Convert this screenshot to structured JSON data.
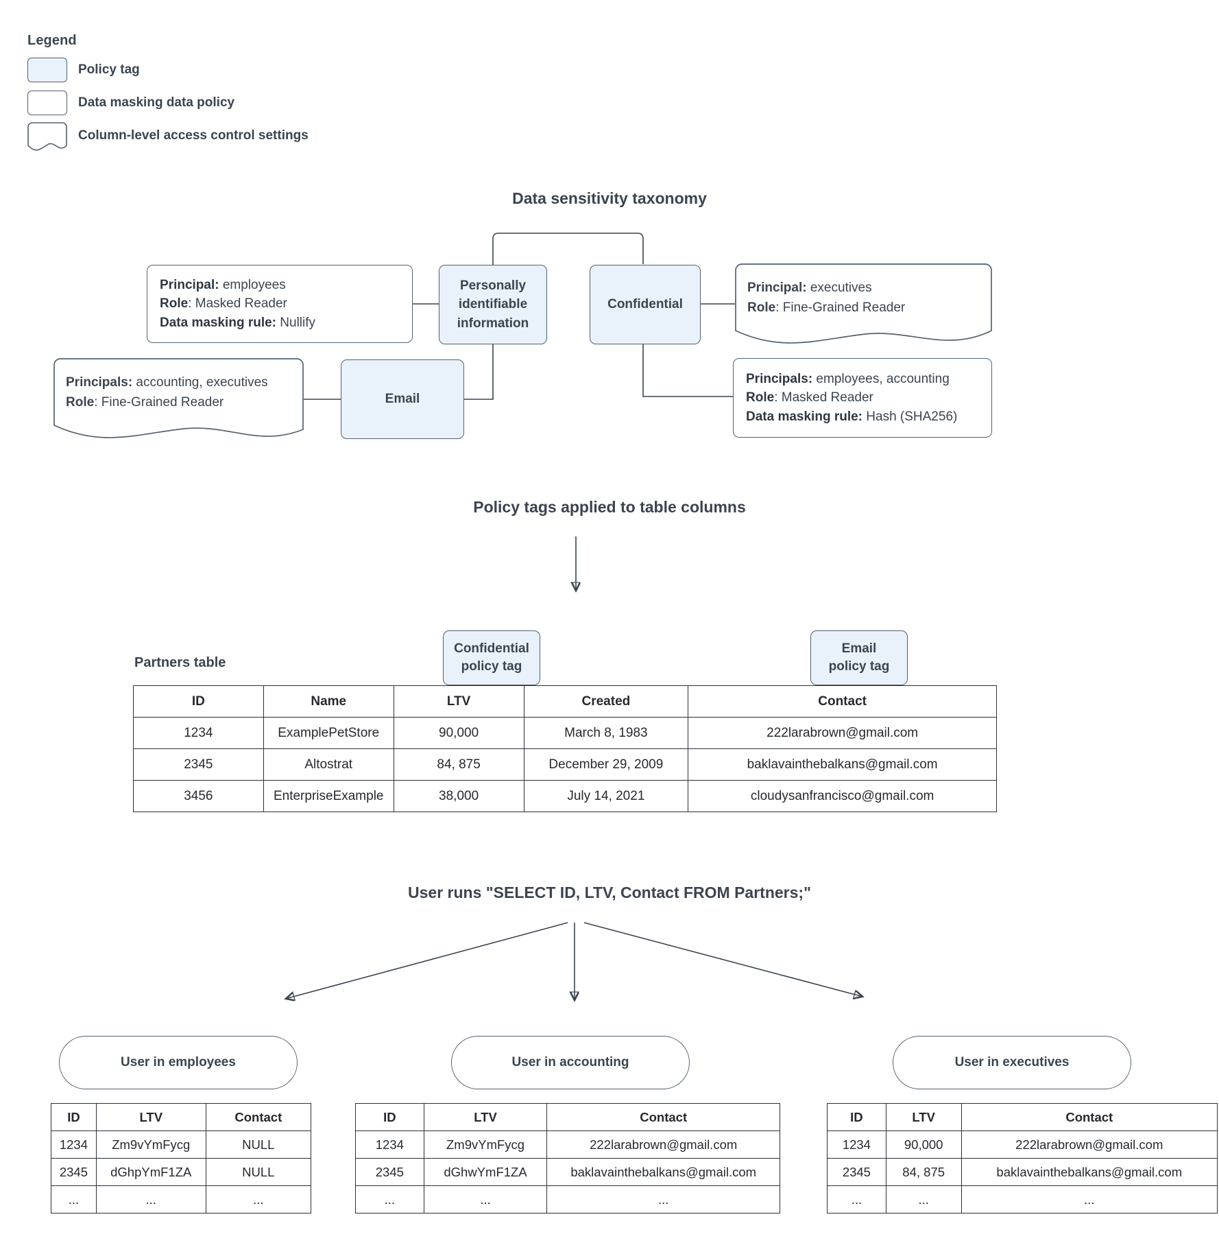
{
  "legend": {
    "title": "Legend",
    "items": [
      {
        "shape": "policy-tag",
        "label": "Policy tag"
      },
      {
        "shape": "data-masking-policy",
        "label": "Data masking data policy"
      },
      {
        "shape": "column-access-settings",
        "label": "Column-level access control settings"
      }
    ]
  },
  "taxonomy": {
    "title": "Data sensitivity taxonomy",
    "tags": {
      "pii": "Personally identifiable information",
      "confidential": "Confidential",
      "email": "Email"
    },
    "policies": {
      "pii_masking": {
        "principal_label": "Principal:",
        "principal_value": " employees",
        "role_label": "Role",
        "role_value": ": Masked Reader",
        "rule_label": "Data masking rule:",
        "rule_value": " Nullify"
      },
      "email_access": {
        "principal_label": "Principals:",
        "principal_value": " accounting, executives",
        "role_label": "Role",
        "role_value": ": Fine-Grained Reader"
      },
      "confidential_access": {
        "principal_label": "Principal:",
        "principal_value": " executives",
        "role_label": "Role",
        "role_value": ": Fine-Grained Reader"
      },
      "confidential_masking": {
        "principal_label": "Principals:",
        "principal_value": " employees, accounting",
        "role_label": "Role",
        "role_value": ": Masked Reader",
        "rule_label": "Data masking rule:",
        "rule_value": " Hash (SHA256)"
      }
    }
  },
  "applied": {
    "title": "Policy tags applied to table columns",
    "table_label": "Partners table",
    "tags": {
      "confidential": "Confidential\npolicy tag",
      "confidential_line1": "Confidential",
      "confidential_line2": "policy tag",
      "email_line1": "Email",
      "email_line2": "policy tag"
    },
    "partners_table": {
      "columns": [
        "ID",
        "Name",
        "LTV",
        "Created",
        "Contact"
      ],
      "rows": [
        [
          "1234",
          "ExamplePetStore",
          "90,000",
          "March 8, 1983",
          "222larabrown@gmail.com"
        ],
        [
          "2345",
          "Altostrat",
          "84, 875",
          "December 29, 2009",
          "baklavainthebalkans@gmail.com"
        ],
        [
          "3456",
          "EnterpriseExample",
          "38,000",
          "July 14, 2021",
          "cloudysanfrancisco@gmail.com"
        ]
      ]
    }
  },
  "query": {
    "title": "User runs \"SELECT ID, LTV, Contact FROM Partners;\"",
    "results": [
      {
        "persona": "User in employees",
        "columns": [
          "ID",
          "LTV",
          "Contact"
        ],
        "rows": [
          [
            "1234",
            "Zm9vYmFycg",
            "NULL"
          ],
          [
            "2345",
            "dGhpYmF1ZA",
            "NULL"
          ],
          [
            "...",
            "...",
            "..."
          ]
        ]
      },
      {
        "persona": "User in accounting",
        "columns": [
          "ID",
          "LTV",
          "Contact"
        ],
        "rows": [
          [
            "1234",
            "Zm9vYmFycg",
            "222larabrown@gmail.com"
          ],
          [
            "2345",
            "dGhwYmF1ZA",
            "baklavainthebalkans@gmail.com"
          ],
          [
            "...",
            "...",
            "..."
          ]
        ]
      },
      {
        "persona": "User in executives",
        "columns": [
          "ID",
          "LTV",
          "Contact"
        ],
        "rows": [
          [
            "1234",
            "90,000",
            "222larabrown@gmail.com"
          ],
          [
            "2345",
            "84, 875",
            "baklavainthebalkans@gmail.com"
          ],
          [
            "...",
            "...",
            "..."
          ]
        ]
      }
    ]
  },
  "colors": {
    "policy_tag_fill": "#e9f1fb",
    "stroke": "#55616f",
    "text": "#3b4450"
  }
}
